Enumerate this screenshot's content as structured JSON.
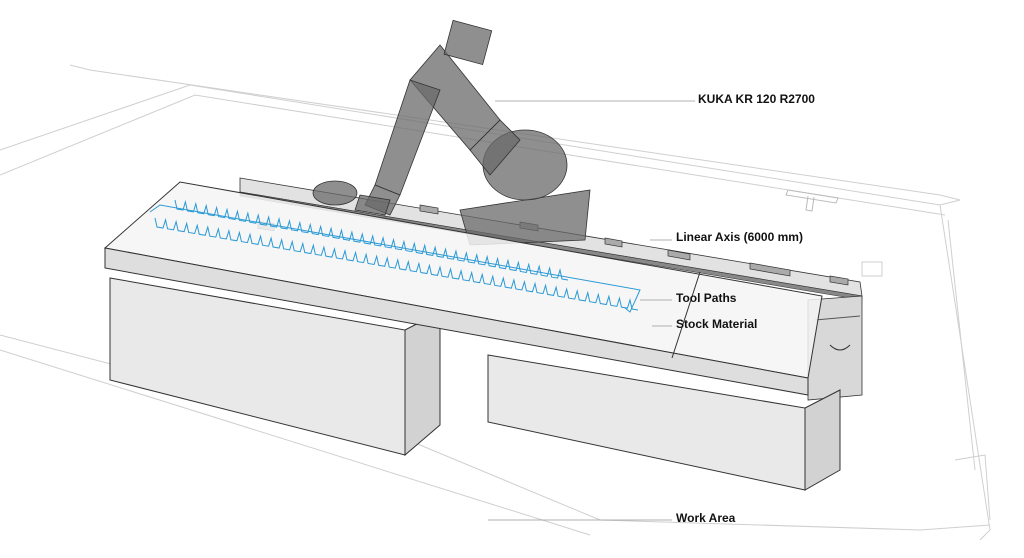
{
  "labels": {
    "robot": "KUKA KR 120 R2700",
    "linear_axis": "Linear Axis (6000 mm)",
    "tool_paths": "Tool Paths",
    "stock_material": "Stock Material",
    "work_area": "Work Area"
  },
  "colors": {
    "toolpath": "#2a9ad6",
    "robot": "#555555",
    "outline": "#333333",
    "floor_line": "#c8c8c8",
    "leader_line": "#999999"
  }
}
